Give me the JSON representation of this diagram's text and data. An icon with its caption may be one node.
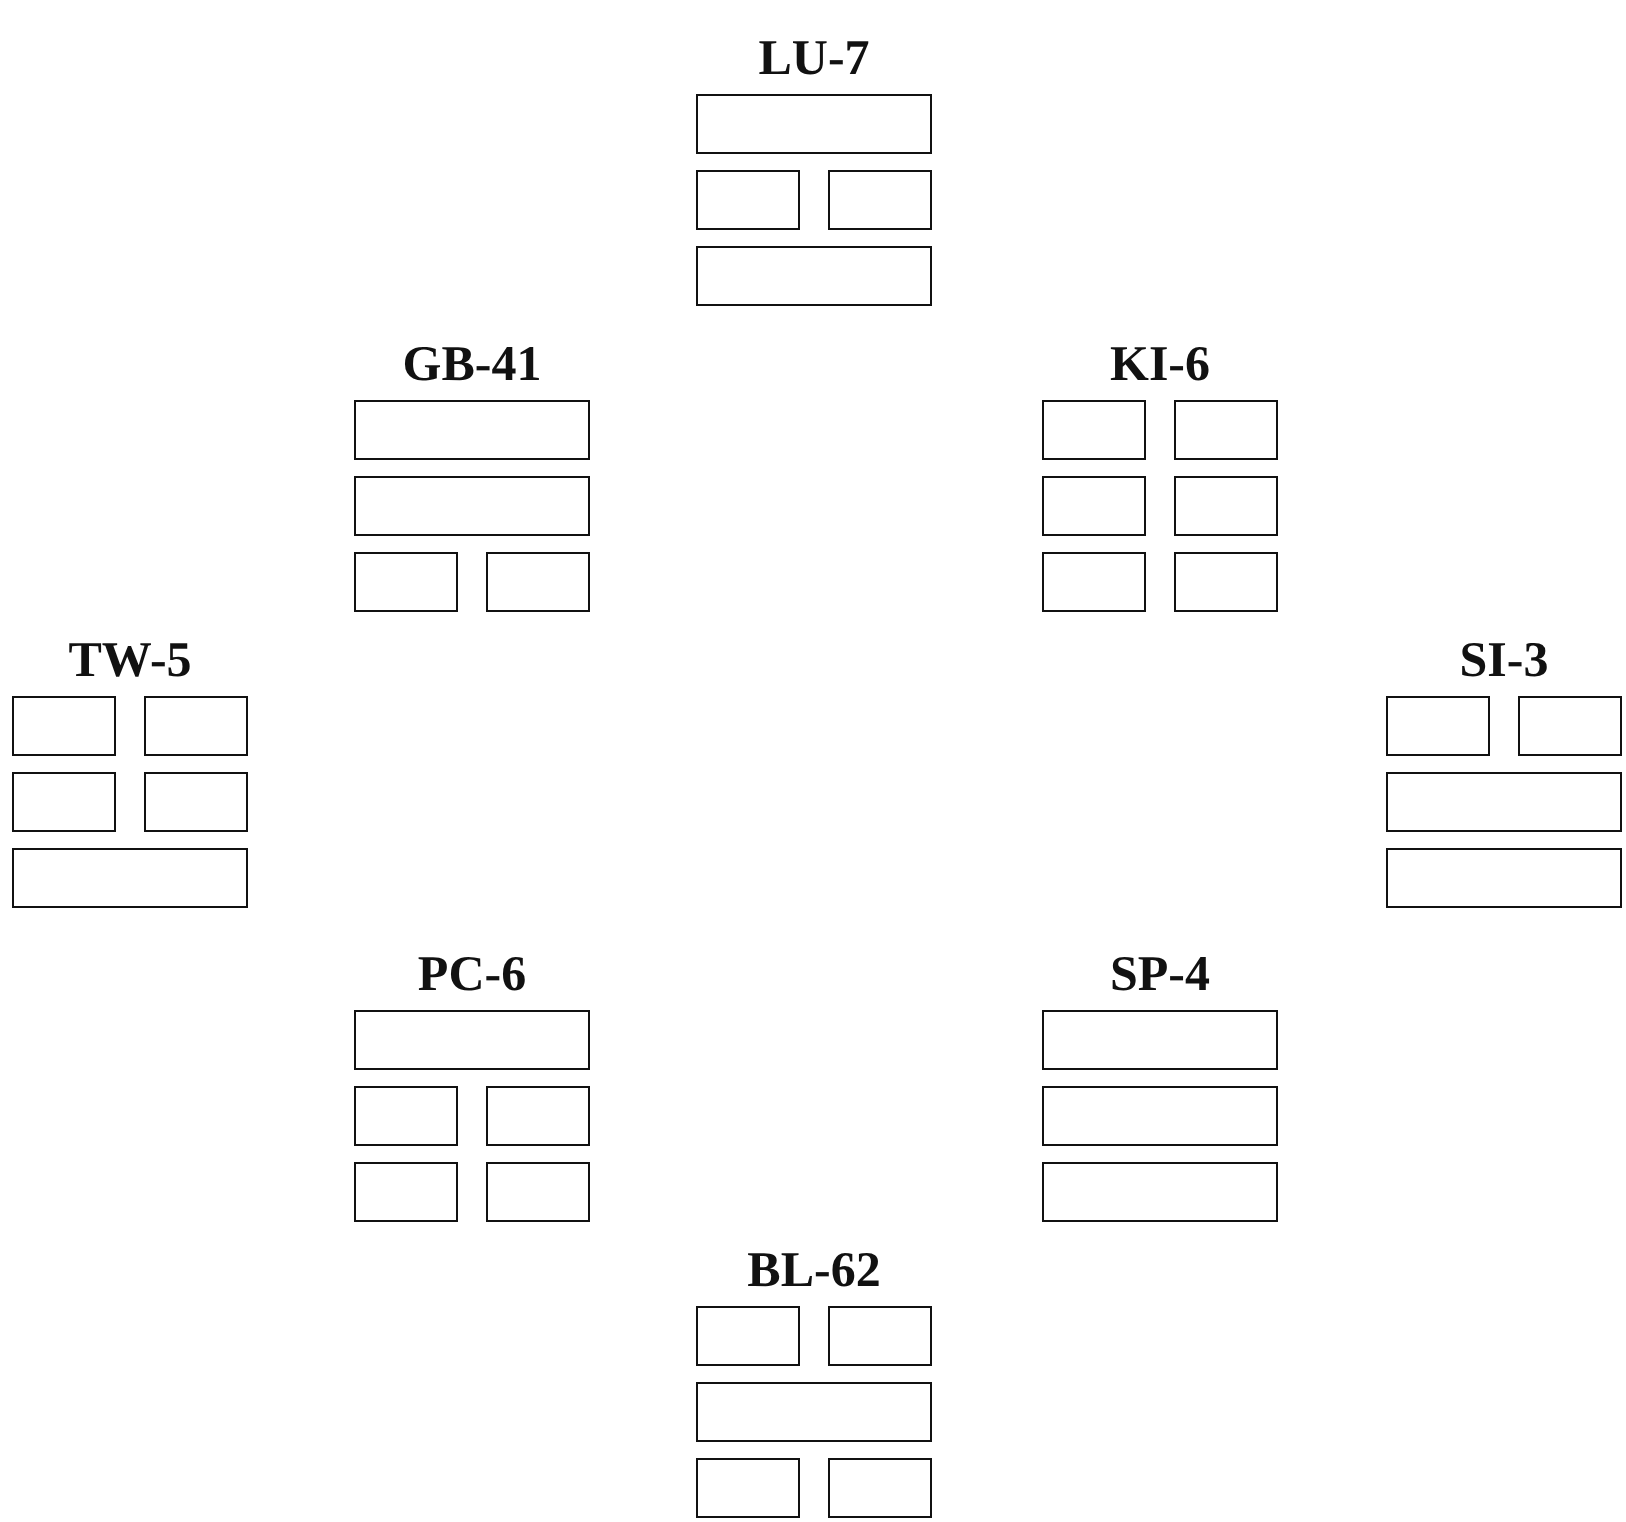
{
  "diagram": {
    "nodes": [
      {
        "text": [
          "LU-7"
        ]
      },
      {
        "text": [
          "GB-41"
        ]
      },
      {
        "text": [
          "KI-6"
        ]
      },
      {
        "text": [
          "TW-5"
        ]
      },
      {
        "text": [
          "SI-3"
        ]
      },
      {
        "text": [
          "PC-6"
        ]
      },
      {
        "text": [
          "SP-4"
        ]
      },
      {
        "text": [
          "BL-62"
        ]
      }
    ]
  }
}
